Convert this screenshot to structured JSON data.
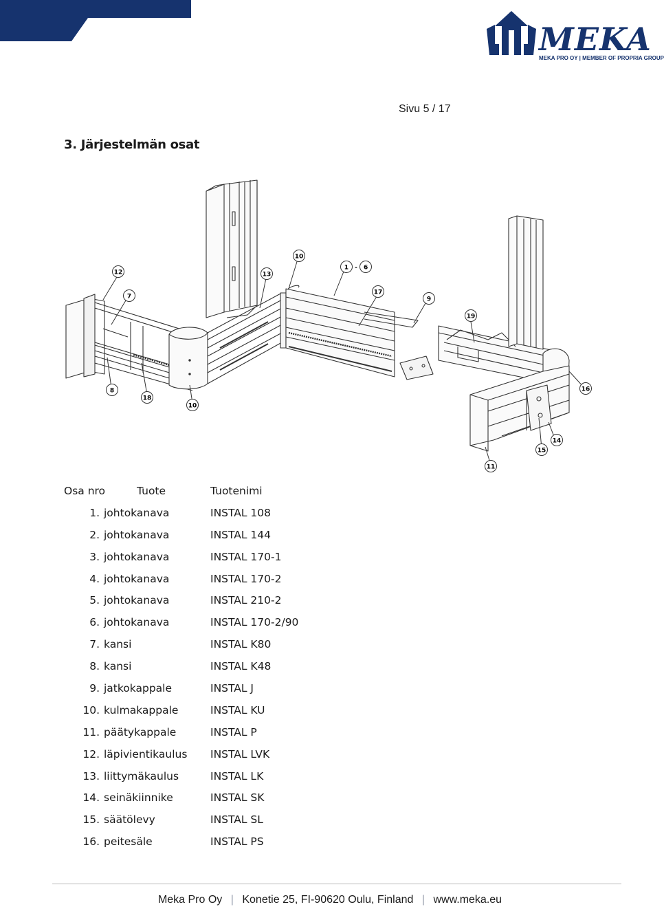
{
  "colors": {
    "brand_navy": "#16336e",
    "text": "#1a1a1a",
    "line": "#333333"
  },
  "logo": {
    "name": "MEKA",
    "tagline": "MEKA PRO OY | MEMBER OF PROPRIA GROUP",
    "icon": "meka-arrow-logo"
  },
  "page_number": "Sivu 5 / 17",
  "section_title": "3. Järjestelmän osat",
  "diagram": {
    "callouts": [
      "12",
      "7",
      "13",
      "10",
      "1 - 6",
      "17",
      "9",
      "19",
      "8",
      "18",
      "10",
      "16",
      "14",
      "15",
      "11"
    ]
  },
  "parts_table": {
    "headers": {
      "number": "Osa nro",
      "product": "Tuote",
      "name": "Tuotenimi"
    },
    "rows": [
      {
        "number": "1.",
        "product": "johtokanava",
        "name": "INSTAL 108"
      },
      {
        "number": "2.",
        "product": "johtokanava",
        "name": "INSTAL 144"
      },
      {
        "number": "3.",
        "product": "johtokanava",
        "name": "INSTAL 170-1"
      },
      {
        "number": "4.",
        "product": "johtokanava",
        "name": "INSTAL 170-2"
      },
      {
        "number": "5.",
        "product": "johtokanava",
        "name": "INSTAL 210-2"
      },
      {
        "number": "6.",
        "product": "johtokanava",
        "name": "INSTAL 170-2/90"
      },
      {
        "number": "7.",
        "product": "kansi",
        "name": "INSTAL K80"
      },
      {
        "number": "8.",
        "product": "kansi",
        "name": "INSTAL K48"
      },
      {
        "number": "9.",
        "product": "jatkokappale",
        "name": "INSTAL J"
      },
      {
        "number": "10.",
        "product": "kulmakappale",
        "name": "INSTAL KU"
      },
      {
        "number": "11.",
        "product": "päätykappale",
        "name": "INSTAL P"
      },
      {
        "number": "12.",
        "product": "läpivientikaulus",
        "name": "INSTAL LVK"
      },
      {
        "number": "13.",
        "product": "liittymäkaulus",
        "name": "INSTAL LK"
      },
      {
        "number": "14.",
        "product": "seinäkiinnike",
        "name": "INSTAL SK"
      },
      {
        "number": "15.",
        "product": "säätölevy",
        "name": "INSTAL SL"
      },
      {
        "number": "16.",
        "product": "peitesäle",
        "name": "INSTAL PS"
      }
    ]
  },
  "footer": {
    "company": "Meka Pro Oy",
    "address": "Konetie 25, FI-90620 Oulu, Finland",
    "website": "www.meka.eu",
    "separator": "|"
  }
}
